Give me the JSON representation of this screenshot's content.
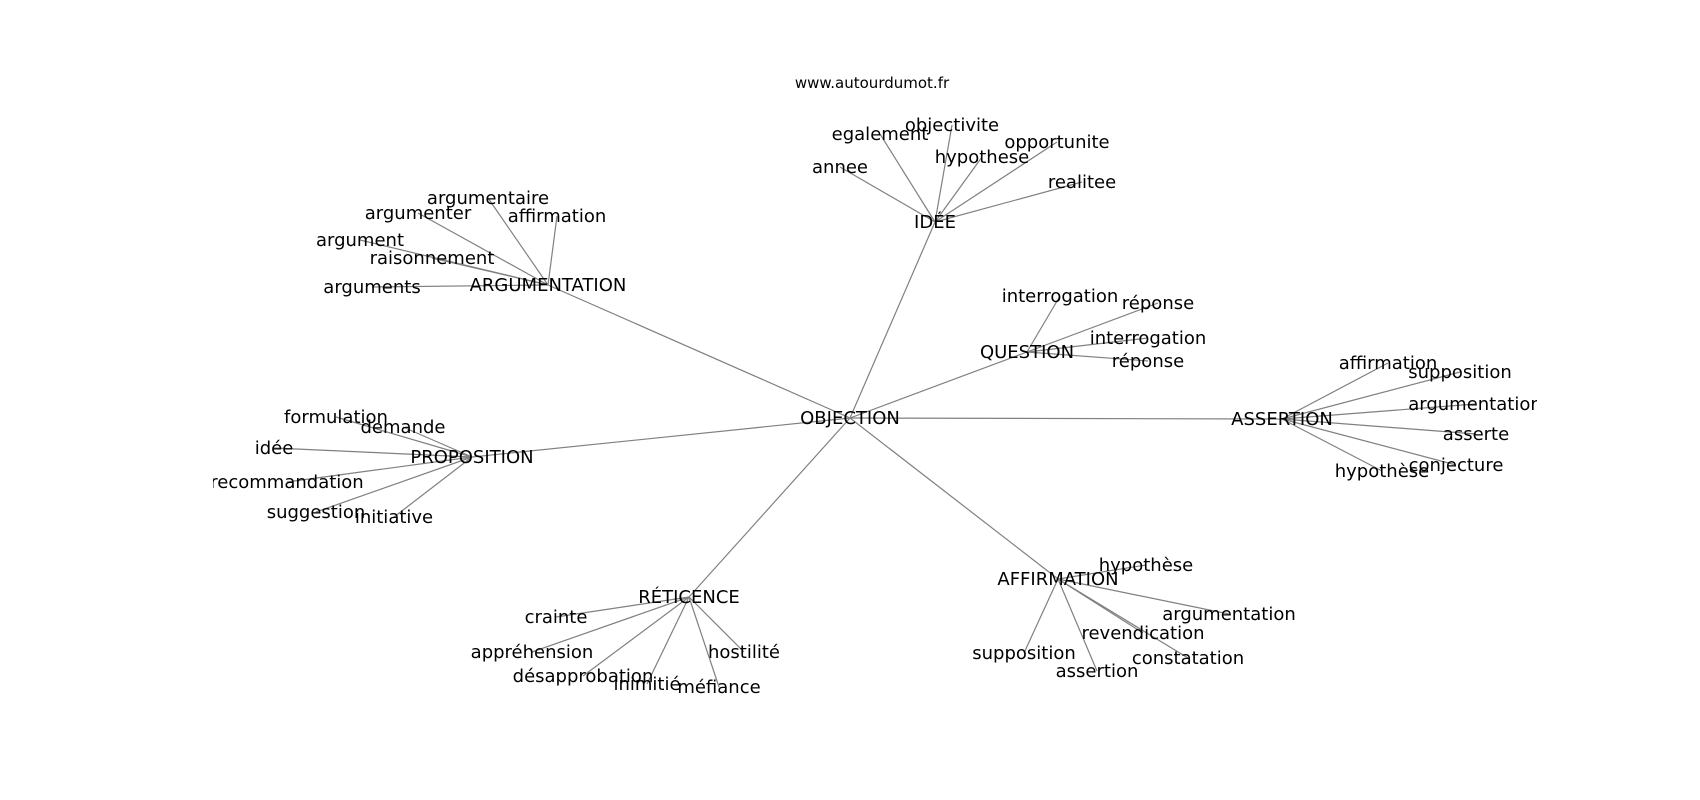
{
  "header": {
    "source": "www.autourdumot.fr"
  },
  "graph": {
    "center": {
      "label": "OBJECTION"
    },
    "hubs": [
      {
        "label": "IDÉE",
        "leaves": [
          "annee",
          "egalement",
          "objectivite",
          "hypothese",
          "opportunite",
          "realitee"
        ]
      },
      {
        "label": "ARGUMENTATION",
        "leaves": [
          "argumentaire",
          "argumenter",
          "affirmation",
          "argument",
          "raisonnement",
          "arguments"
        ]
      },
      {
        "label": "QUESTION",
        "leaves": [
          "interrogation",
          "réponse",
          "interrogation",
          "réponse"
        ]
      },
      {
        "label": "ASSERTION",
        "leaves": [
          "affirmation",
          "supposition",
          "argumentation",
          "asserte",
          "conjecture",
          "hypothèse"
        ]
      },
      {
        "label": "PROPOSITION",
        "leaves": [
          "formulation",
          "demande",
          "idée",
          "recommandation",
          "suggestion",
          "initiative"
        ]
      },
      {
        "label": "RÉTICENCE",
        "leaves": [
          "crainte",
          "appréhension",
          "désapprobation",
          "inimitié",
          "méfiance",
          "hostilité"
        ]
      },
      {
        "label": "AFFIRMATION",
        "leaves": [
          "hypothèse",
          "argumentation",
          "revendication",
          "constatation",
          "assertion",
          "supposition"
        ]
      }
    ]
  }
}
